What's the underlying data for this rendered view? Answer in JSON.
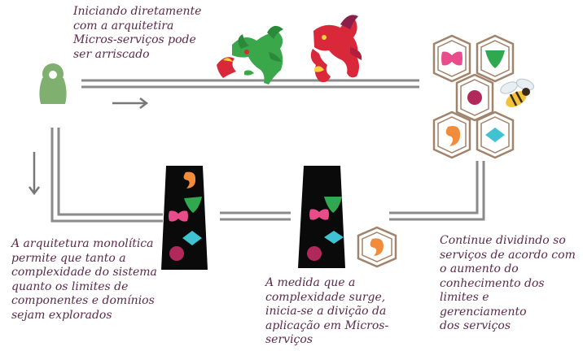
{
  "captions": {
    "top": "Iniciando diretamente\ncom a arquitetira\nMicros-serviços pode\nser arriscado",
    "left": "A arquitetura monolítica\npermite que tanto a\ncomplexidade do sistema\nquanto os limites de\ncomponentes e domínios\nsejam explorados",
    "middle": "A medida que a\ncomplexidade surge,\ninicia-se a divição da\naplicação em Micros-\nserviços",
    "right": "Continue dividindo so\nserviços de acordo com\no aumento do\nconhecimento dos\nlimites e gerenciamento\ndos serviços"
  },
  "colors": {
    "track": "#8a8a8a",
    "person": "#7fb070",
    "caption": "#5b2a4a",
    "monolith": "#0a0a0a",
    "orange": "#f28c3a",
    "green": "#2fa84f",
    "pink": "#e84c8a",
    "cyan": "#3fc3d2",
    "maroon": "#b0295a",
    "hexagon": "#a1826a",
    "dragon_green": "#3aa84a",
    "dragon_red": "#d8283a"
  },
  "icons": [
    "person-icon",
    "dragon-green-icon",
    "dragon-red-icon",
    "bee-icon",
    "arrow-right-icon",
    "arrow-down-icon"
  ]
}
